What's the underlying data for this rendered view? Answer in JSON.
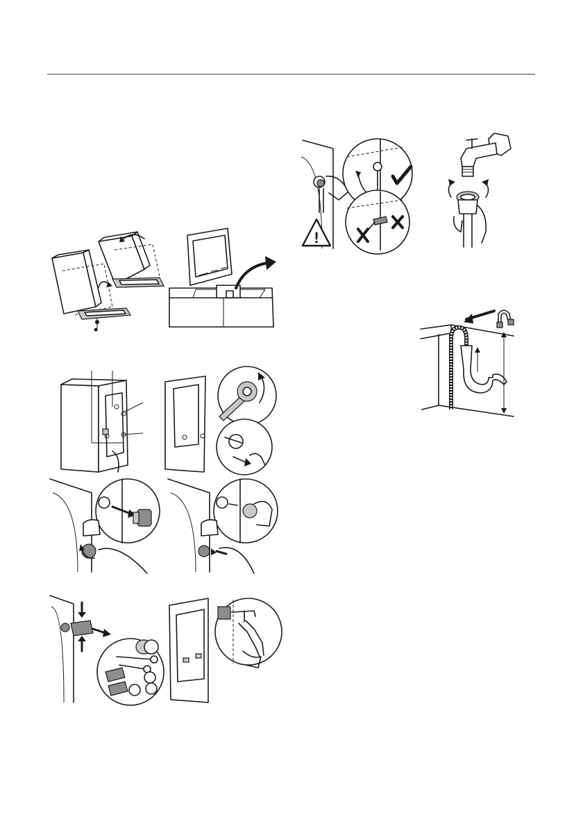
{
  "figures": [
    {
      "id": "packaging-removal",
      "icons": [
        "appliance-tilt-icon",
        "foam-base-icon",
        "rotate-arrow-icon"
      ]
    },
    {
      "id": "top-lid-open",
      "icons": [
        "open-lid-icon",
        "curved-arrow-icon"
      ]
    },
    {
      "id": "transit-bolts-rear",
      "icons": [
        "bolt-callout-icon"
      ]
    },
    {
      "id": "unscrew-bolts",
      "icons": [
        "spanner-icon",
        "rotate-arrow-icon"
      ]
    },
    {
      "id": "remove-spacer-left",
      "icons": [
        "spacer-icon"
      ]
    },
    {
      "id": "remove-spacer-right",
      "icons": [
        "spacer-icon"
      ]
    },
    {
      "id": "bolt-kit",
      "icons": [
        "bolt-icon",
        "plastic-cap-icon"
      ]
    },
    {
      "id": "hose-clip",
      "icons": [
        "pliers-icon"
      ]
    },
    {
      "id": "inlet-hose-connect",
      "icons": [
        "check-icon",
        "cross-icon",
        "warning-icon"
      ]
    },
    {
      "id": "tap-connect",
      "icons": [
        "tap-icon",
        "rotate-arrow-icon"
      ]
    },
    {
      "id": "drain-hose-height",
      "icons": [
        "drain-hose-icon",
        "hose-guide-icon"
      ]
    }
  ],
  "warning_symbol": "!",
  "colors": {
    "line": "#1a1a1a",
    "rule": "#9a9a9a",
    "fill_dark": "#8c8c8c",
    "fill_light": "#c8c8c8"
  }
}
